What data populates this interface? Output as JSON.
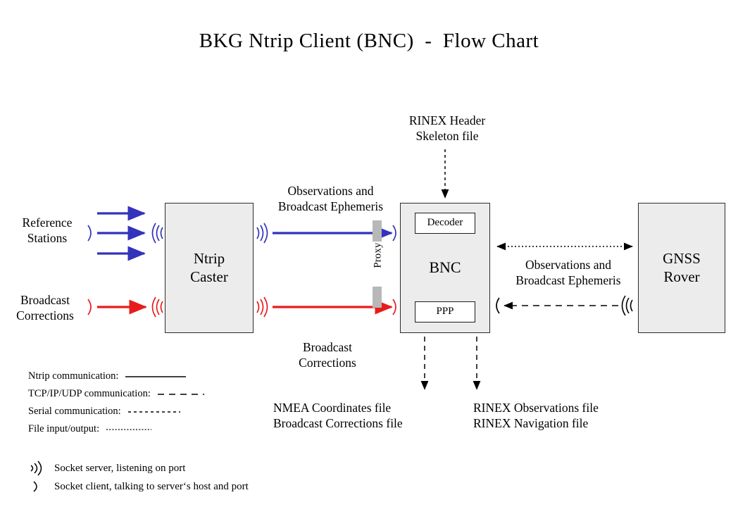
{
  "title": "BKG Ntrip Client (BNC)  -  Flow Chart",
  "nodes": {
    "caster": {
      "line1": "Ntrip",
      "line2": "Caster"
    },
    "bnc": {
      "label": "BNC",
      "decoder": "Decoder",
      "ppp": "PPP"
    },
    "rover": {
      "line1": "GNSS",
      "line2": "Rover"
    }
  },
  "labels": {
    "reference_stations": "Reference\nStations",
    "broadcast_corrections_in": "Broadcast\nCorrections",
    "observations_ephemeris_left": "Observations and\nBroadcast Ephemeris",
    "broadcast_corrections_mid": "Broadcast\nCorrections",
    "rinex_skeleton": "RINEX Header\nSkeleton file",
    "observations_ephemeris_right": "Observations and\nBroadcast Ephemeris",
    "nmea_output": "NMEA Coordinates file\nBroadcast Corrections file",
    "rinex_output": "RINEX Observations file\nRINEX Navigation file",
    "proxy": "Proxy"
  },
  "legend": {
    "lines": [
      {
        "text": "Ntrip communication:",
        "style": "solid"
      },
      {
        "text": "TCP/IP/UDP communication:",
        "style": "dashed"
      },
      {
        "text": "Serial communication:",
        "style": "dotted-medium"
      },
      {
        "text": "File input/output:",
        "style": "dotted-fine"
      }
    ],
    "sockets": [
      {
        "symbol": "socket-server-icon",
        "text": "Socket server, listening on port"
      },
      {
        "symbol": "socket-client-icon",
        "text": "Socket client, talking to server‘s host and port"
      }
    ]
  },
  "colors": {
    "blue": "#3333bb",
    "red": "#e81c1c",
    "black": "#000000",
    "box_fill": "#ececec",
    "box_border": "#2b2b2b",
    "proxy_bar": "#b8b8b8"
  }
}
